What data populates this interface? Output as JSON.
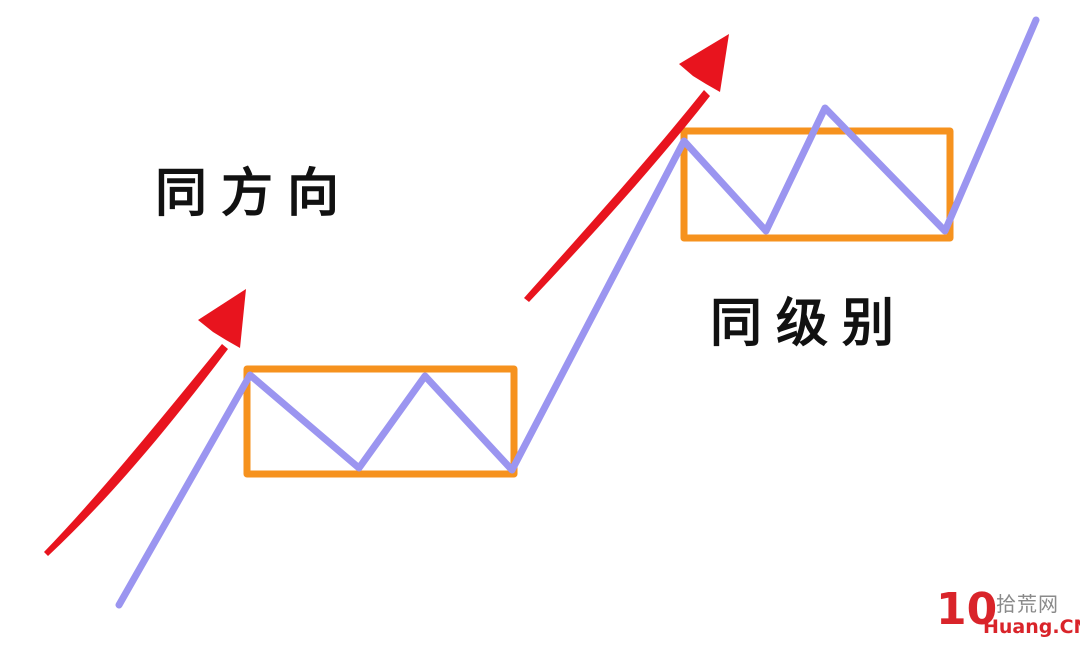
{
  "labels": {
    "direction": "同方向",
    "level": "同级别"
  },
  "watermark": {
    "number": "10",
    "site_name_cn": "拾荒网",
    "site_domain": "Huang.CN"
  },
  "colors": {
    "price_line": "#9b95f0",
    "range_box": "#f6921e",
    "arrow": "#e8141e",
    "text": "#111111"
  }
}
